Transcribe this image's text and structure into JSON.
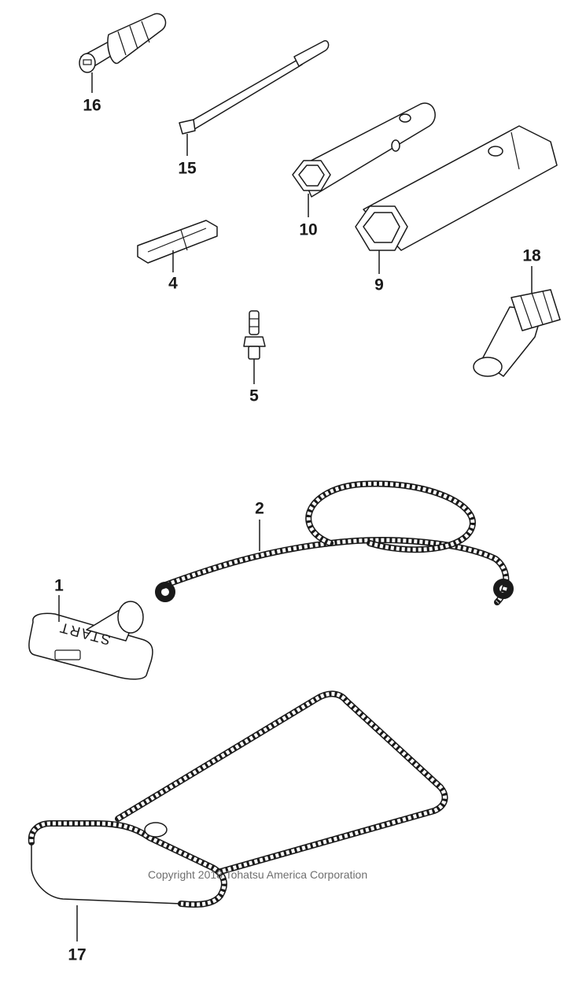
{
  "diagram": {
    "callouts": [
      {
        "id": "16",
        "label": "16"
      },
      {
        "id": "15",
        "label": "15"
      },
      {
        "id": "10",
        "label": "10"
      },
      {
        "id": "9",
        "label": "9"
      },
      {
        "id": "4",
        "label": "4"
      },
      {
        "id": "18",
        "label": "18"
      },
      {
        "id": "5",
        "label": "5"
      },
      {
        "id": "2",
        "label": "2"
      },
      {
        "id": "1",
        "label": "1"
      },
      {
        "id": "17",
        "label": "17"
      }
    ],
    "handle_text": "START",
    "copyright": "Copyright 2018 Tohatsu America Corporation"
  }
}
